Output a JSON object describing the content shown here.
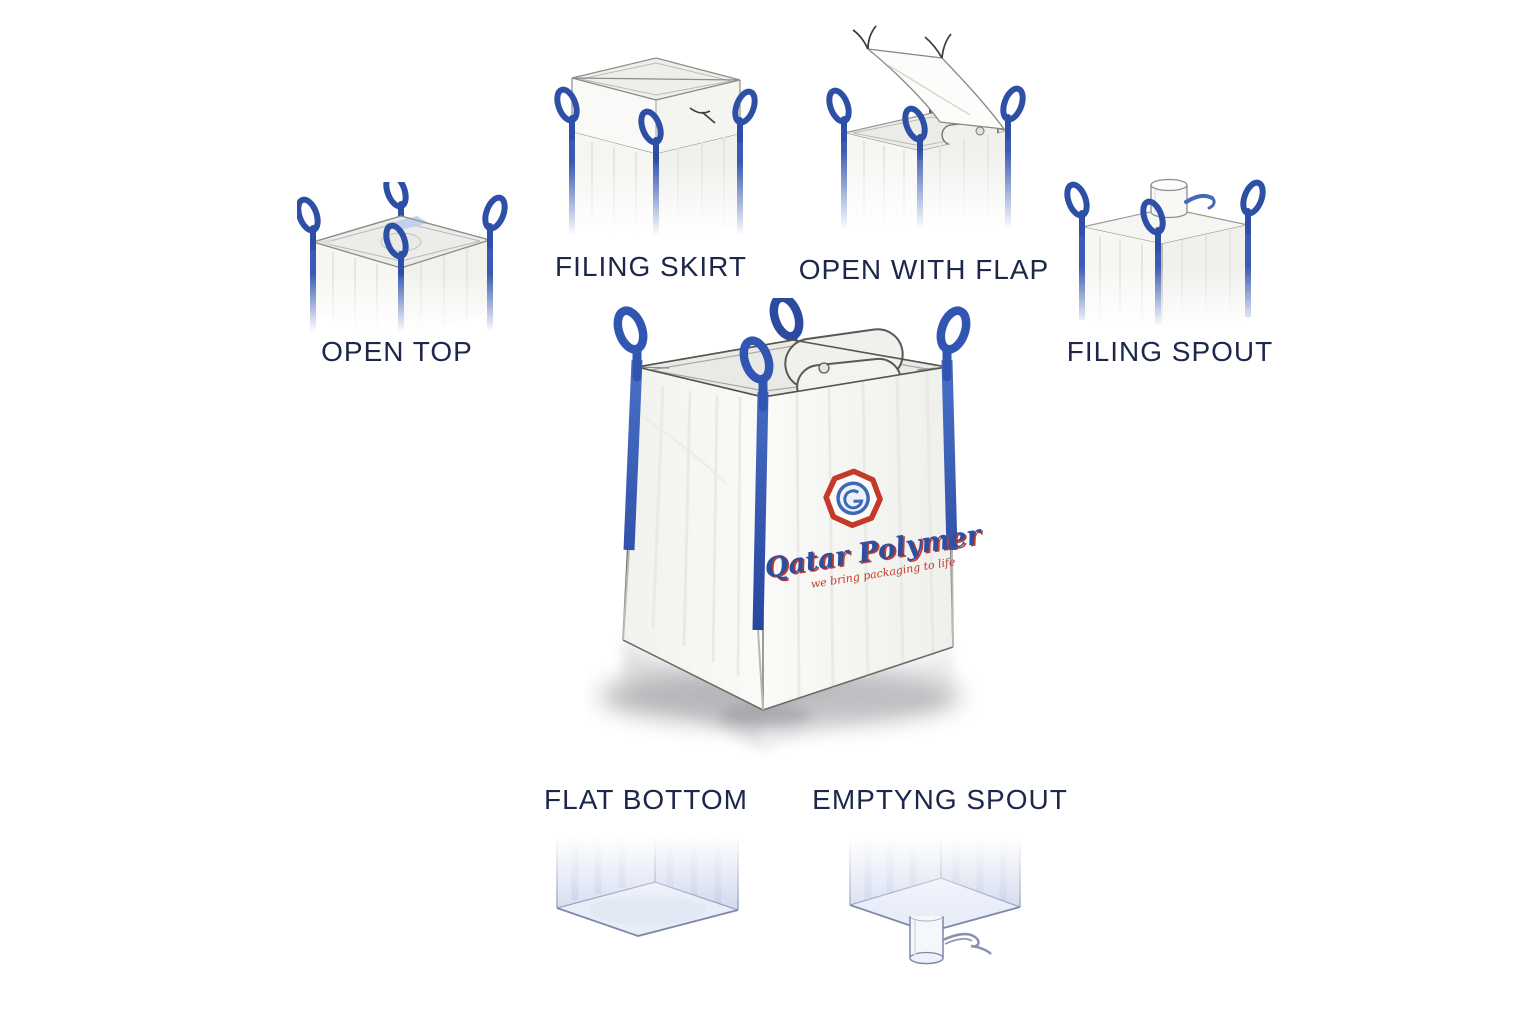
{
  "page": {
    "background": "#ffffff",
    "description": "FIBC big bag feature diagram"
  },
  "variants": [
    {
      "id": "open-top",
      "label": "OPEN TOP"
    },
    {
      "id": "filing-skirt",
      "label": "FILING SKIRT"
    },
    {
      "id": "open-with-flap",
      "label": "OPEN WITH FLAP"
    },
    {
      "id": "filing-spout",
      "label": "FILING SPOUT"
    },
    {
      "id": "flat-bottom",
      "label": "FLAT BOTTOM"
    },
    {
      "id": "emptyng-spout",
      "label": "EMPTYNG SPOUT"
    }
  ],
  "center_bag": {
    "brand": "Qatar Polymer",
    "tagline": "we bring packaging to life",
    "logo_icon": "qatar-polymer-octagon-logo"
  },
  "colors": {
    "label_text": "#1c274a",
    "loop_blue": "#2e4fa6",
    "strap_blue": "#3a5bb3",
    "bag_white": "#f7f7f4",
    "bag_outline": "#90908a",
    "bottom_view_blue": "#dbe1f2",
    "logo_red": "#c5392b",
    "logo_blue": "#2d4fa0"
  }
}
